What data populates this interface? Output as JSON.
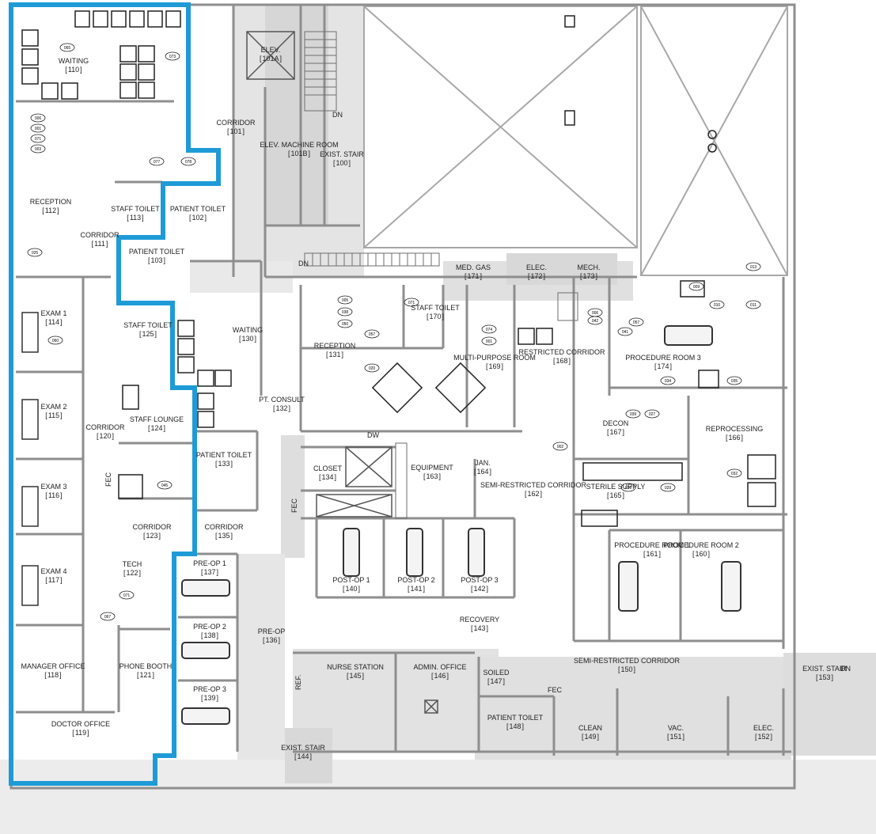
{
  "floor_plan": {
    "highlight_color": "#1e9bd7",
    "wall_color": "#8c8c8c",
    "fill_gray": "#e6e6e6",
    "rooms": [
      {
        "name": "WAITING",
        "number": "110"
      },
      {
        "name": "CORRIDOR",
        "number": "101"
      },
      {
        "name": "ELEV.",
        "number": "101A"
      },
      {
        "name": "ELEV. MACHINE ROOM",
        "number": "101B"
      },
      {
        "name": "EXIST. STAIR",
        "number": "100"
      },
      {
        "name": "RECEPTION",
        "number": "112"
      },
      {
        "name": "STAFF TOILET",
        "number": "113"
      },
      {
        "name": "PATIENT TOILET",
        "number": "102"
      },
      {
        "name": "CORRIDOR",
        "number": "111"
      },
      {
        "name": "PATIENT TOILET",
        "number": "103"
      },
      {
        "name": "MED. GAS",
        "number": "171"
      },
      {
        "name": "ELEC.",
        "number": "172"
      },
      {
        "name": "MECH.",
        "number": "173"
      },
      {
        "name": "EXAM 1",
        "number": "114"
      },
      {
        "name": "STAFF TOILET",
        "number": "125"
      },
      {
        "name": "WAITING",
        "number": "130"
      },
      {
        "name": "STAFF TOILET",
        "number": "170"
      },
      {
        "name": "RECEPTION",
        "number": "131"
      },
      {
        "name": "MULTI-PURPOSE ROOM",
        "number": "169"
      },
      {
        "name": "RESTRICTED CORRIDOR",
        "number": "168"
      },
      {
        "name": "PROCEDURE ROOM 3",
        "number": "174"
      },
      {
        "name": "EXAM 2",
        "number": "115"
      },
      {
        "name": "PT. CONSULT",
        "number": "132"
      },
      {
        "name": "CORRIDOR",
        "number": "120"
      },
      {
        "name": "STAFF LOUNGE",
        "number": "124"
      },
      {
        "name": "DECON",
        "number": "167"
      },
      {
        "name": "REPROCESSING",
        "number": "166"
      },
      {
        "name": "PATIENT TOILET",
        "number": "133"
      },
      {
        "name": "CLOSET",
        "number": "134"
      },
      {
        "name": "EQUIPMENT",
        "number": "163"
      },
      {
        "name": "JAN.",
        "number": "164"
      },
      {
        "name": "EXAM 3",
        "number": "116"
      },
      {
        "name": "STERILE SUPPLY",
        "number": "165"
      },
      {
        "name": "SEMI-RESTRICTED CORRIDOR",
        "number": "162"
      },
      {
        "name": "CORRIDOR",
        "number": "123"
      },
      {
        "name": "CORRIDOR",
        "number": "135"
      },
      {
        "name": "EXAM 4",
        "number": "117"
      },
      {
        "name": "TECH",
        "number": "122"
      },
      {
        "name": "PRE-OP 1",
        "number": "137"
      },
      {
        "name": "POST-OP 1",
        "number": "140"
      },
      {
        "name": "POST-OP 2",
        "number": "141"
      },
      {
        "name": "POST-OP 3",
        "number": "142"
      },
      {
        "name": "PROCEDURE ROOM 1",
        "number": "161"
      },
      {
        "name": "PROCEDURE ROOM 2",
        "number": "160"
      },
      {
        "name": "RECOVERY",
        "number": "143"
      },
      {
        "name": "PRE-OP 2",
        "number": "138"
      },
      {
        "name": "PRE-OP",
        "number": "136"
      },
      {
        "name": "MANAGER OFFICE",
        "number": "118"
      },
      {
        "name": "PHONE BOOTH",
        "number": "121"
      },
      {
        "name": "NURSE STATION",
        "number": "145"
      },
      {
        "name": "ADMIN. OFFICE",
        "number": "146"
      },
      {
        "name": "SOILED",
        "number": "147"
      },
      {
        "name": "SEMI-RESTRICTED CORRIDOR",
        "number": "150"
      },
      {
        "name": "EXIST. STAIR",
        "number": "153"
      },
      {
        "name": "PRE-OP 3",
        "number": "139"
      },
      {
        "name": "DOCTOR OFFICE",
        "number": "119"
      },
      {
        "name": "PATIENT TOILET",
        "number": "148"
      },
      {
        "name": "CLEAN",
        "number": "149"
      },
      {
        "name": "VAC.",
        "number": "151"
      },
      {
        "name": "ELEC.",
        "number": "152"
      },
      {
        "name": "EXIST. STAIR",
        "number": "144"
      }
    ],
    "annotations": {
      "dn_1": "DN",
      "dn_2": "DN",
      "dn_3": "DN",
      "fec_1": "FEC",
      "fec_2": "FEC",
      "fec_3": "FEC",
      "dw": "DW",
      "ref": "REF."
    },
    "equipment_tags": [
      "065",
      "073",
      "006",
      "001",
      "071",
      "003",
      "077",
      "078",
      "025",
      "060",
      "057",
      "005",
      "038",
      "050",
      "071",
      "020",
      "074",
      "001",
      "006",
      "042",
      "057",
      "041",
      "039",
      "027",
      "034",
      "035",
      "002",
      "026",
      "029",
      "032",
      "045",
      "071",
      "067",
      "009",
      "010",
      "011",
      "013"
    ]
  }
}
